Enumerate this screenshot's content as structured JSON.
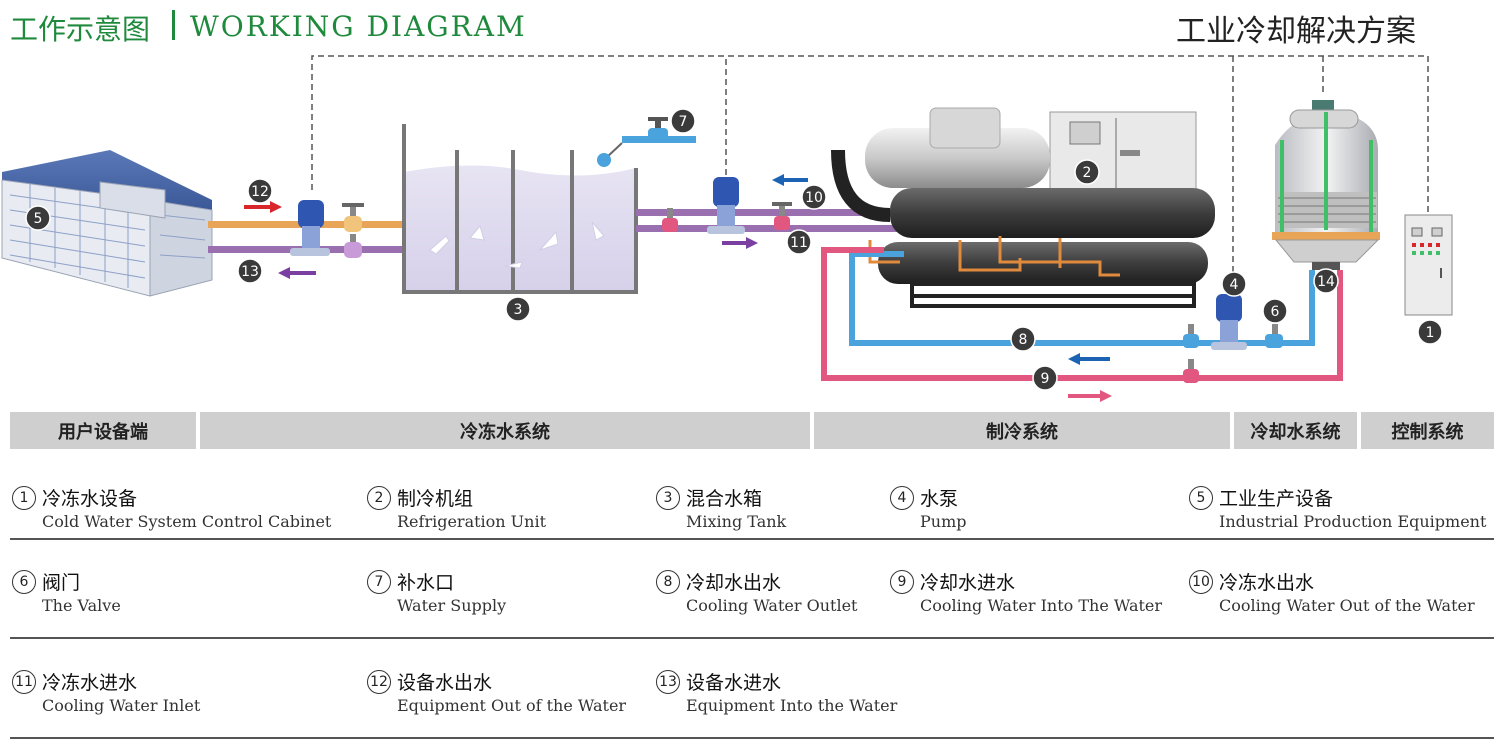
{
  "header": {
    "title_cn": "工作示意图",
    "title_en": "WORKING DIAGRAM",
    "brand": "工业冷却解决方案"
  },
  "diagram_markers": [
    "1",
    "2",
    "3",
    "4",
    "5",
    "6",
    "7",
    "8",
    "9",
    "10",
    "11",
    "12",
    "13",
    "14"
  ],
  "sections": [
    {
      "label": "用户设备端"
    },
    {
      "label": "冷冻水系统"
    },
    {
      "label": "制冷系统"
    },
    {
      "label": "冷却水系统"
    },
    {
      "label": "控制系统"
    }
  ],
  "legend": [
    {
      "num": "1",
      "cn": "冷冻水设备",
      "en": "Cold Water System Control Cabinet"
    },
    {
      "num": "2",
      "cn": "制冷机组",
      "en": "Refrigeration Unit"
    },
    {
      "num": "3",
      "cn": "混合水箱",
      "en": "Mixing Tank"
    },
    {
      "num": "4",
      "cn": "水泵",
      "en": "Pump"
    },
    {
      "num": "5",
      "cn": "工业生产设备",
      "en": "Industrial Production Equipment"
    },
    {
      "num": "6",
      "cn": "阀门",
      "en": "The Valve"
    },
    {
      "num": "7",
      "cn": "补水口",
      "en": "Water Supply"
    },
    {
      "num": "8",
      "cn": "冷却水出水",
      "en": "Cooling Water Outlet"
    },
    {
      "num": "9",
      "cn": "冷却水进水",
      "en": "Cooling Water Into The Water"
    },
    {
      "num": "10",
      "cn": "冷冻水出水",
      "en": "Cooling Water Out of the Water"
    },
    {
      "num": "11",
      "cn": "冷冻水进水",
      "en": "Cooling Water Inlet"
    },
    {
      "num": "12",
      "cn": "设备水出水",
      "en": "Equipment Out of the Water"
    },
    {
      "num": "13",
      "cn": "设备水进水",
      "en": "Equipment Into the Water"
    }
  ],
  "colors": {
    "title_green": "#1f8a3c",
    "band_gray": "#cfcfcf",
    "pipe_orange": "#e8a457",
    "pipe_purple": "#9a6fb0",
    "pipe_pink": "#e2577f",
    "pipe_blue": "#4aa3dc",
    "arrow_red": "#d8262b",
    "marker_dark": "#3a3a3a"
  }
}
